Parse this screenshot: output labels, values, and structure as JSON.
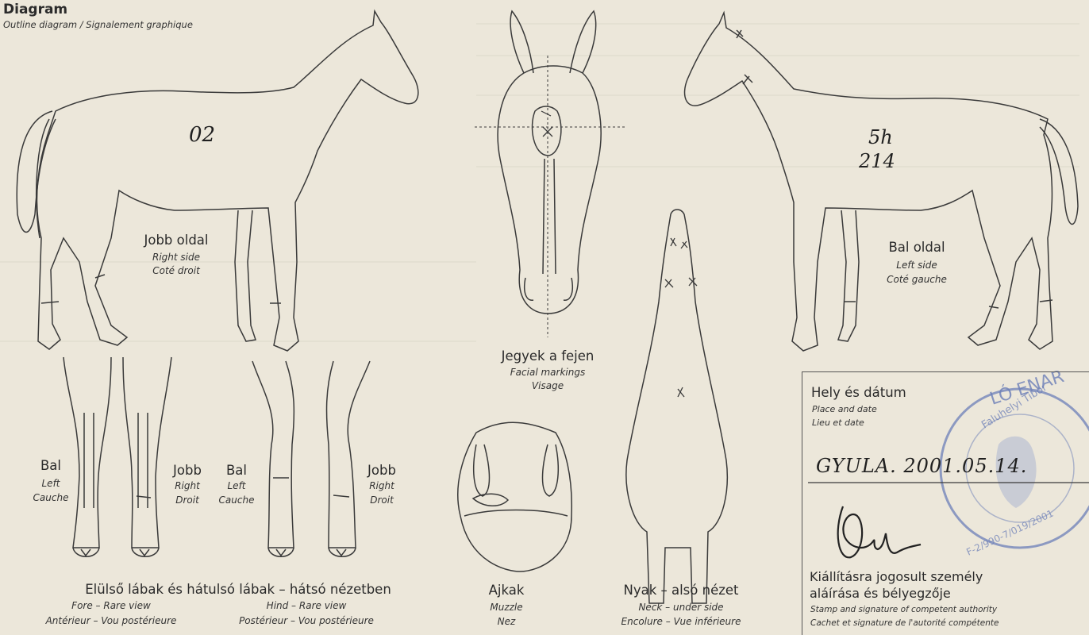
{
  "header": {
    "title": "Diagram",
    "subtitle": "Outline diagram / Signalement graphique"
  },
  "right_side": {
    "main": "Jobb oldal",
    "en": "Right side",
    "fr": "Coté droit"
  },
  "left_side": {
    "main": "Bal oldal",
    "en": "Left side",
    "fr": "Coté gauche"
  },
  "head_view": {
    "main": "Jegyek a fejen",
    "en": "Facial markings",
    "fr": "Visage"
  },
  "leg_labels": [
    {
      "main": "Bal",
      "en": "Left",
      "fr": "Cauche"
    },
    {
      "main": "Jobb",
      "en": "Right",
      "fr": "Droit"
    },
    {
      "main": "Bal",
      "en": "Left",
      "fr": "Cauche"
    },
    {
      "main": "Jobb",
      "en": "Right",
      "fr": "Droit"
    }
  ],
  "legs_caption": {
    "main": "Elülső lábak és hátulsó lábak – hátsó nézetben",
    "fore_en": "Fore – Rare view",
    "fore_fr": "Antérieur – Vou postérieure",
    "hind_en": "Hind – Rare view",
    "hind_fr": "Postérieur – Vou postérieure"
  },
  "muzzle": {
    "main": "Ajkak",
    "en": "Muzzle",
    "fr": "Nez"
  },
  "neck": {
    "main": "Nyak – alsó nézet",
    "en": "Neck – under side",
    "fr": "Encolure – Vue inférieure"
  },
  "handwriting": {
    "right_side_code": "02",
    "left_side_code_1": "5h",
    "left_side_code_2": "214",
    "place_date": "GYULA. 2001.05.14."
  },
  "stamp_block": {
    "main": "Hely és dátum",
    "en": "Place and date",
    "fr": "Lieu et date",
    "authority_main_1": "Kiállításra jogosult személy",
    "authority_main_2": "aláírása és bélyegzője",
    "authority_en": "Stamp and signature of competent authority",
    "authority_fr": "Cachet et signature de l'autorité compétente",
    "seal_text": "LÓ ENAR · Faluhelyi Tibor · F-2/990-7/019/2001"
  },
  "colors": {
    "paper": "#ece7da",
    "ink": "#2b2b2b",
    "stamp": "#6c7fb8"
  }
}
